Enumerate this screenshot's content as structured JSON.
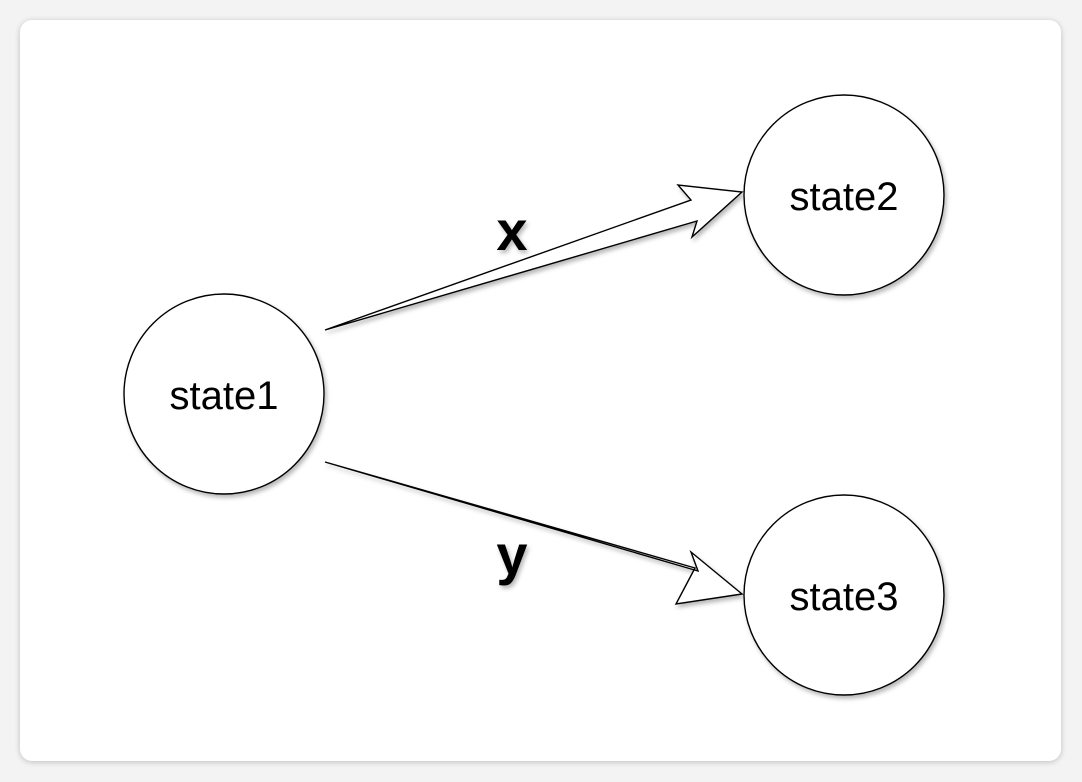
{
  "diagram": {
    "nodes": [
      {
        "id": "state1",
        "label": "state1"
      },
      {
        "id": "state2",
        "label": "state2"
      },
      {
        "id": "state3",
        "label": "state3"
      }
    ],
    "edges": [
      {
        "from": "state1",
        "to": "state2",
        "label": "x"
      },
      {
        "from": "state1",
        "to": "state3",
        "label": "y"
      }
    ],
    "colors": {
      "stroke": "#000000",
      "fill": "#ffffff",
      "background": "#ffffff"
    }
  }
}
